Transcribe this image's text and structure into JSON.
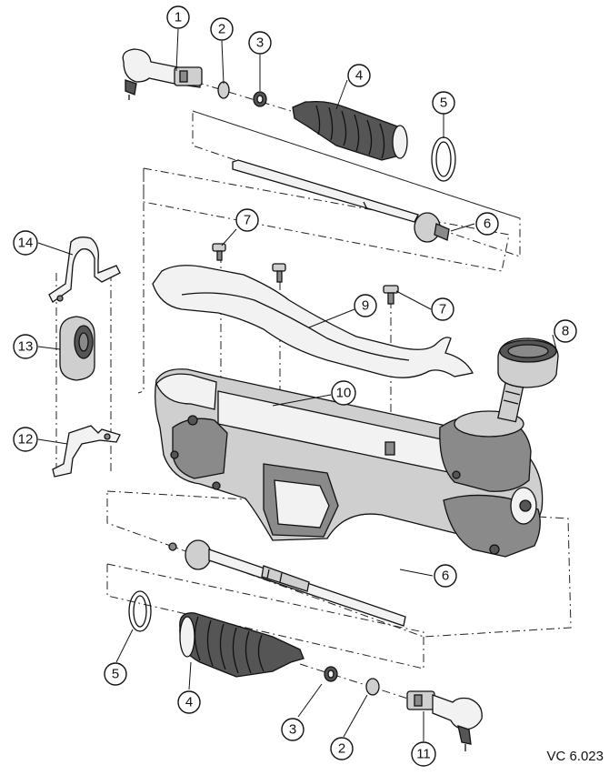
{
  "callouts": {
    "c1": "1",
    "c2a": "2",
    "c3a": "3",
    "c4a": "4",
    "c5a": "5",
    "c6a": "6",
    "c7a": "7",
    "c7b": "7",
    "c8": "8",
    "c9": "9",
    "c10": "10",
    "c14": "14",
    "c13": "13",
    "c12": "12",
    "c6b": "6",
    "c5b": "5",
    "c4b": "4",
    "c3b": "3",
    "c2b": "2",
    "c11": "11"
  },
  "reference_code": "VC 6.023",
  "colors": {
    "ink": "#111111",
    "shade": "#8a8a8a",
    "paper": "#ffffff"
  }
}
